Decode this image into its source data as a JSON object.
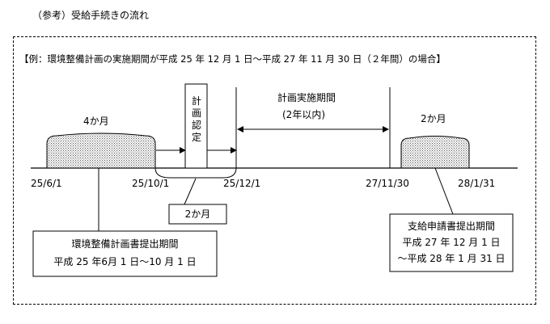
{
  "page_title": "（参考）受給手続きの流れ",
  "example_caption": "【例：環境整備計画の実施期間が平成 25 年 12 月 1 日～平成 27 年 11 月 30 日（２年間）の場合】",
  "periods": {
    "left_duration": "4か月",
    "right_duration": "2か月",
    "certification": "計画認定",
    "certification_duration": "2か月",
    "implementation_title": "計画実施期間",
    "implementation_sub": "(2年以内)"
  },
  "dates": {
    "d1": "25/6/1",
    "d2": "25/10/1",
    "d3": "25/12/1",
    "d4": "27/11/30",
    "d5": "28/1/31"
  },
  "plan_submission": {
    "title": "環境整備計画書提出期間",
    "range": "平成 25 年6月 1 日～10 月 1 日"
  },
  "payment_application": {
    "title": "支給申請書提出期間",
    "line1": "平成 27 年 12 月 1 日",
    "line2": "～平成 28 年 1 月 31 日"
  }
}
